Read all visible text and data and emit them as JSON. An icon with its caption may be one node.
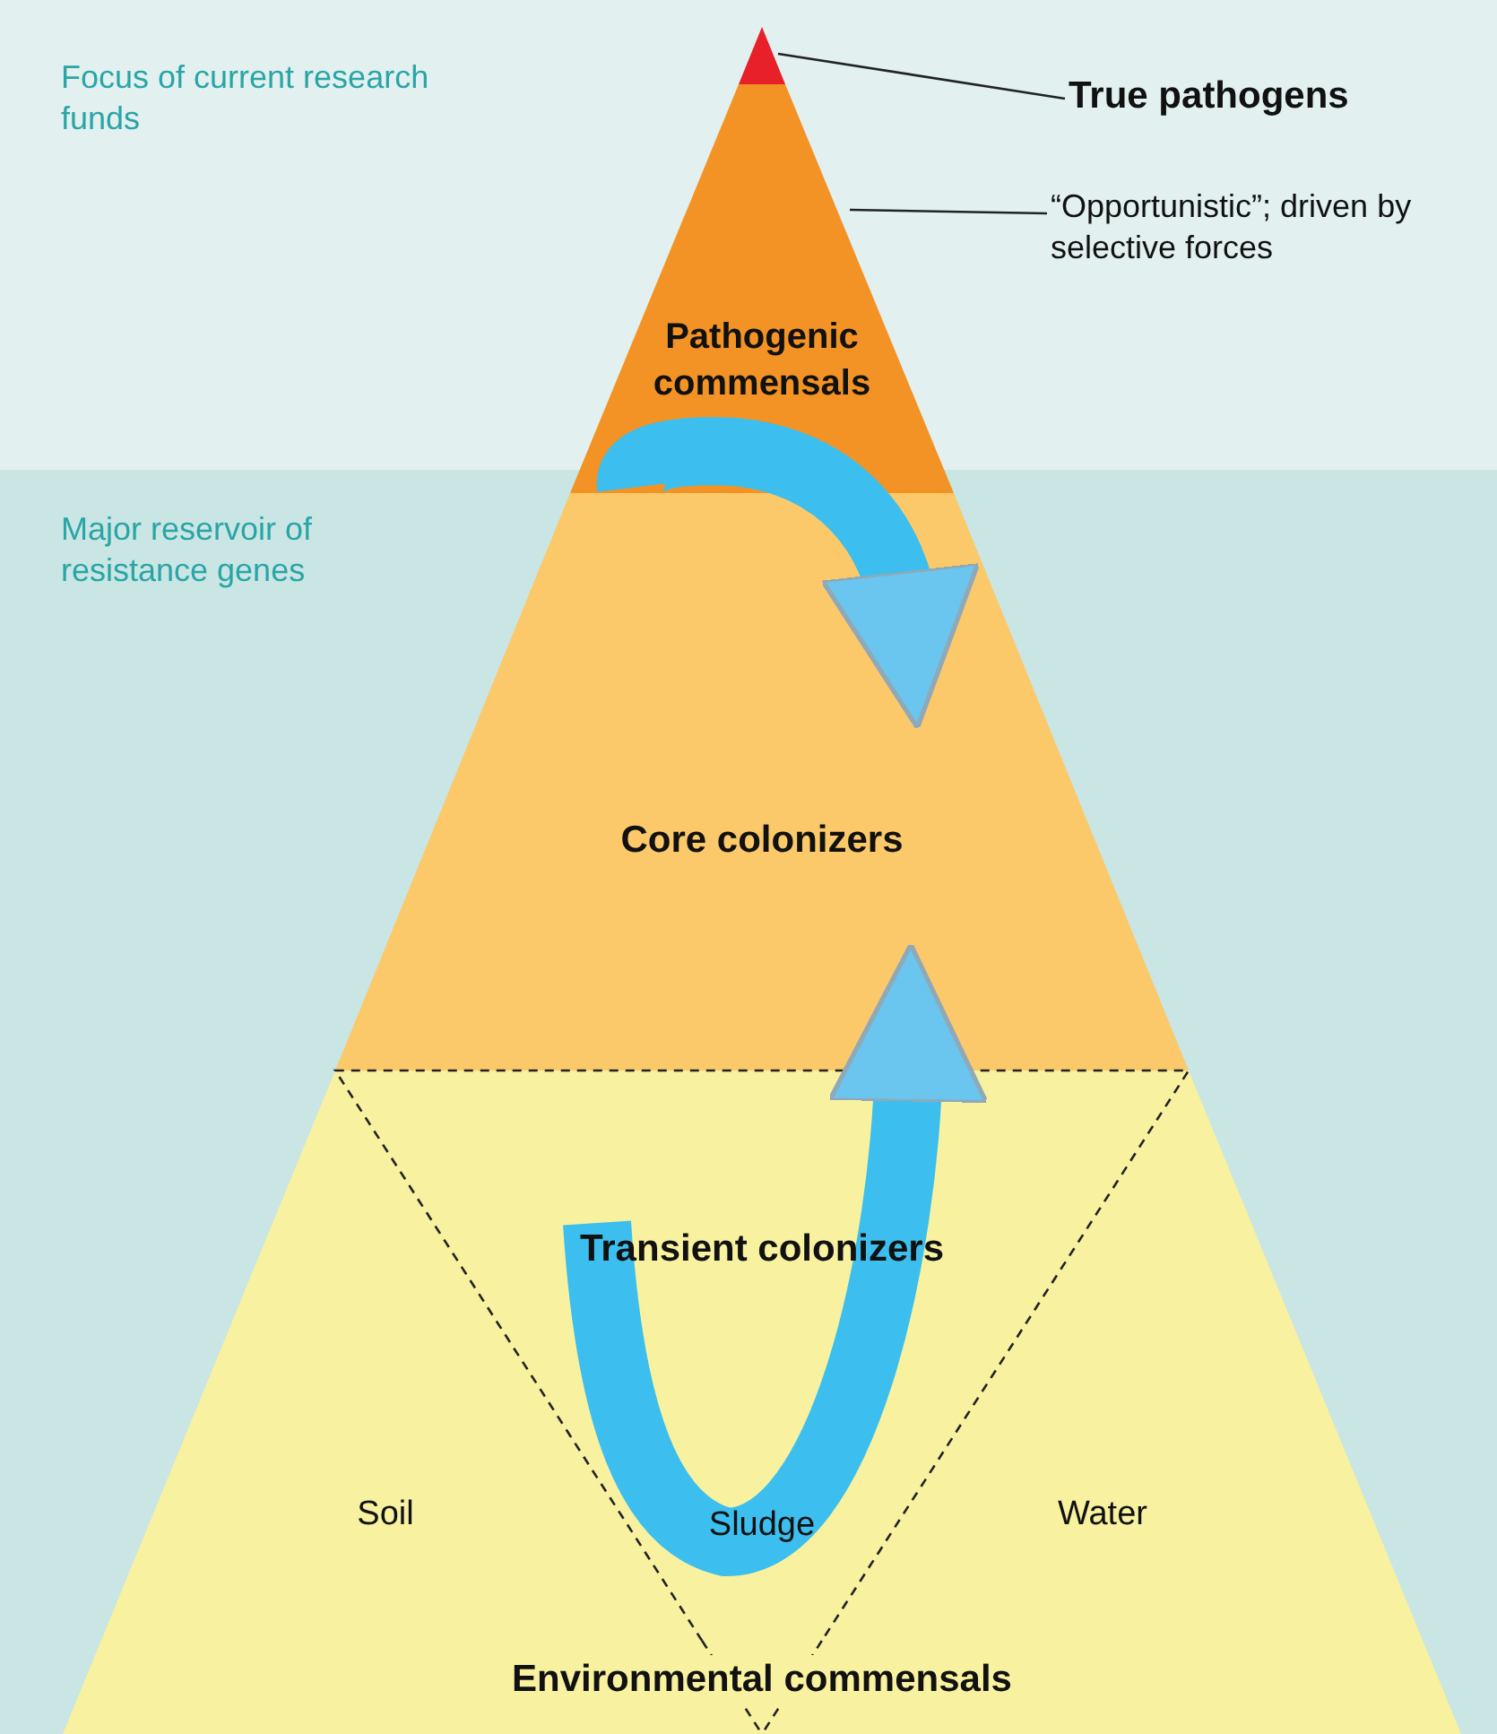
{
  "diagram": {
    "nodes": [
      {
        "text": [
          "True pathogens"
        ]
      },
      {
        "text": [],
        "shape": "triangle"
      },
      {
        "text": [
          "“Opportunistic”; driven by selective forces"
        ]
      },
      {
        "text": [
          "Pathogenic commensals"
        ]
      },
      {
        "text": [
          "Core colonizers"
        ]
      },
      {
        "text": [
          "Environmental commensals"
        ]
      },
      {
        "text": [
          "Soil"
        ],
        "in": 5
      },
      {
        "text": [
          "Transient colonizers",
          "Sludge"
        ],
        "in": 5
      },
      {
        "text": [
          "Water"
        ],
        "in": 5
      }
    ],
    "edges": [
      {
        "from": 0,
        "to": 1,
        "arrow": "none"
      },
      {
        "from": 2,
        "to": 3,
        "arrow": "none"
      },
      {
        "from": 3,
        "to": 4,
        "arrow": "to",
        "style": "thick",
        "color": "#3cbfee"
      },
      {
        "from": 7,
        "to": 4,
        "arrow": "to",
        "style": "thick",
        "color": "#3cbfee"
      }
    ],
    "labels": [
      "Focus of current research funds",
      "Major reservoir of resistance genes"
    ]
  }
}
